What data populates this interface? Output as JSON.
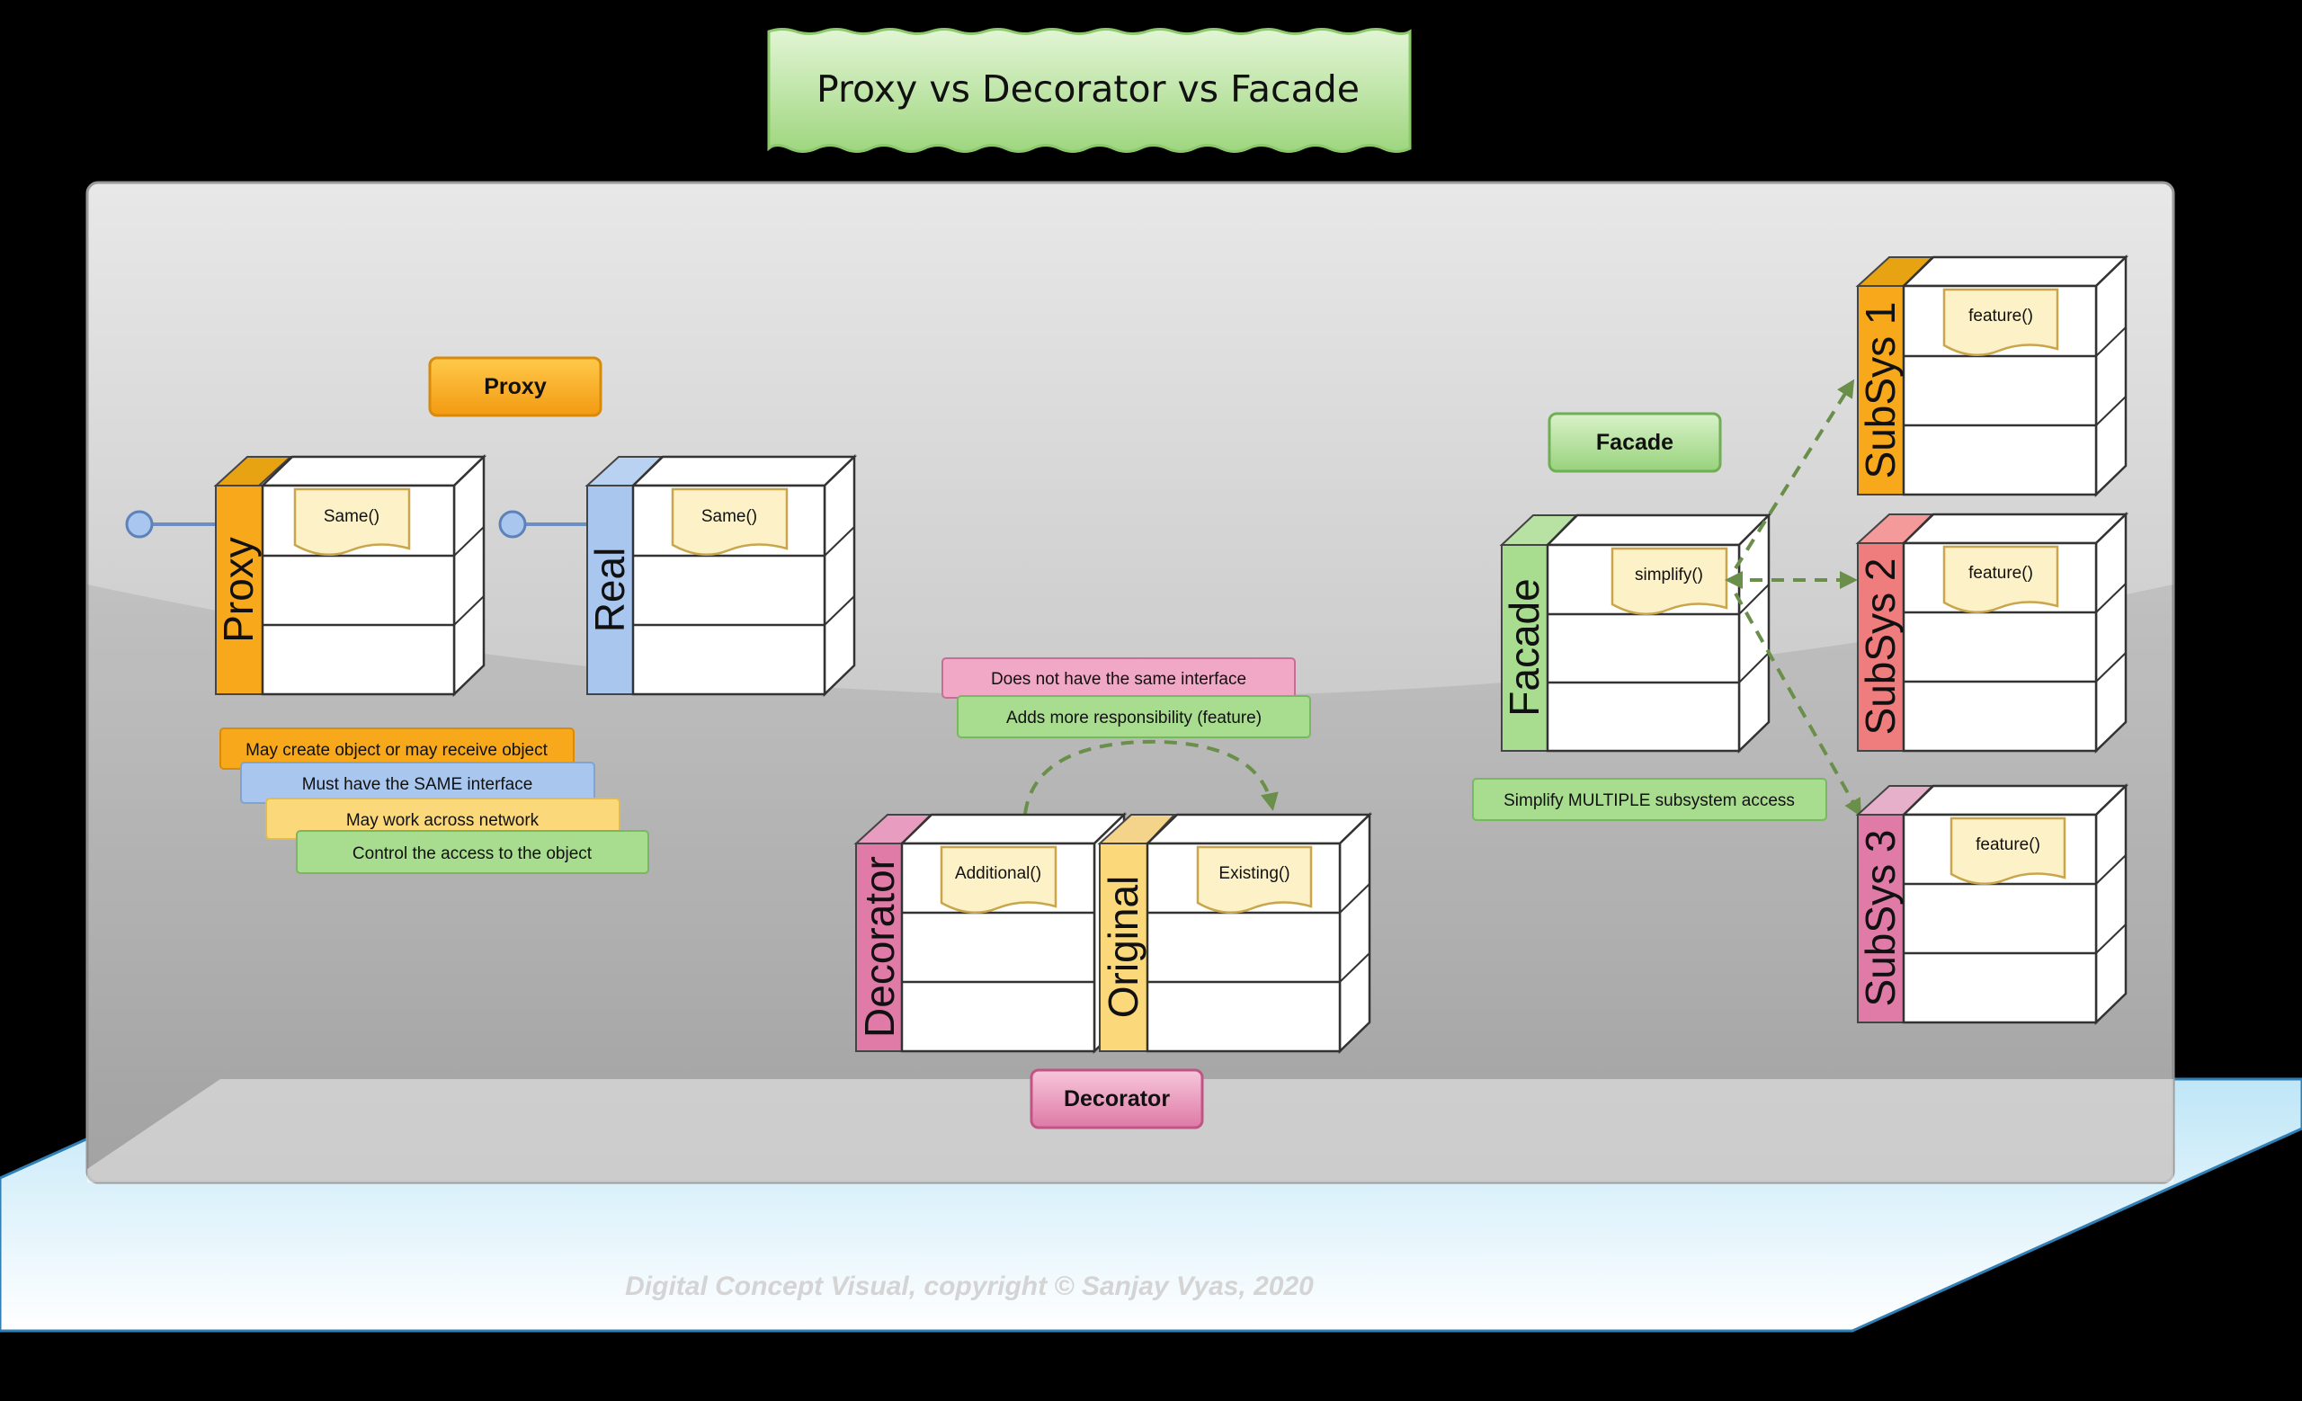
{
  "title": "Proxy vs Decorator vs Facade",
  "copyright": "Digital Concept Visual, copyright © Sanjay Vyas, 2020",
  "proxy_section": {
    "badge": "Proxy",
    "proxy_class": {
      "name": "Proxy",
      "method": "Same()"
    },
    "real_class": {
      "name": "Real",
      "method": "Same()"
    },
    "notes": [
      "May create object or may receive object",
      "Must have the SAME interface",
      "May work across network",
      "Control the access to the object"
    ]
  },
  "decorator_section": {
    "badge": "Decorator",
    "decorator_class": {
      "name": "Decorator",
      "method": "Additional()"
    },
    "original_class": {
      "name": "Original",
      "method": "Existing()"
    },
    "notes": [
      "Does not have the same interface",
      "Adds more responsibility (feature)"
    ]
  },
  "facade_section": {
    "badge": "Facade",
    "facade_class": {
      "name": "Facade",
      "method": "simplify()"
    },
    "subsystems": [
      {
        "name": "SubSys 1",
        "method": "feature()"
      },
      {
        "name": "SubSys 2",
        "method": "feature()"
      },
      {
        "name": "SubSys 3",
        "method": "feature()"
      }
    ],
    "note": "Simplify MULTIPLE subsystem access"
  },
  "colors": {
    "orange": "#f7a81b",
    "blue": "#a9c6ef",
    "pink": "#e07aa6",
    "yellow": "#fbd97a",
    "green": "#8ed17a",
    "red": "#ef7d7d",
    "note_fill": "#fdf1c7",
    "arrow": "#6a8f4a"
  }
}
